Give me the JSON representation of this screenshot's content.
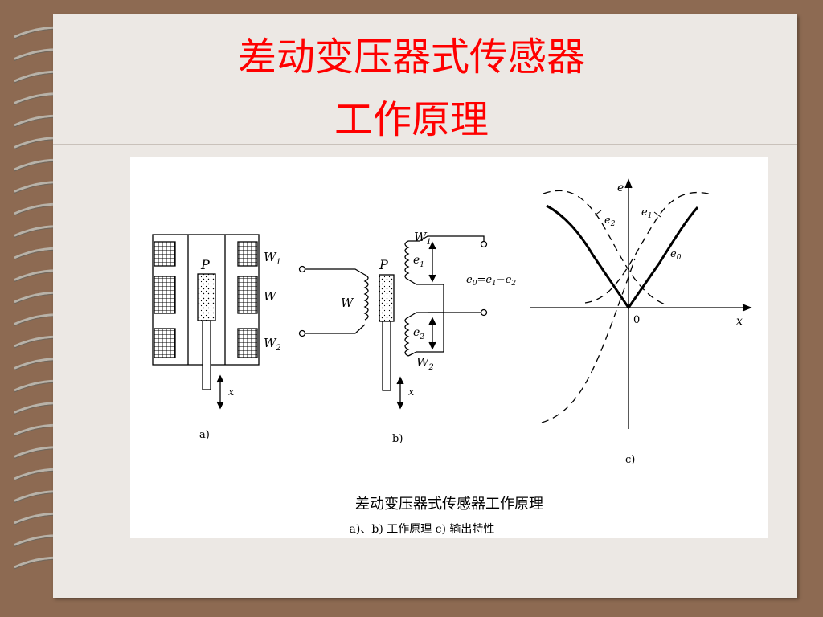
{
  "slide": {
    "title_line1": "差动变压器式传感器",
    "title_line2": "工作原理"
  },
  "figure": {
    "caption_main": "差动变压器式传感器工作原理",
    "caption_sub": "a)、b) 工作原理   c) 输出特性",
    "panel_a": {
      "label": "a)",
      "core": "P",
      "w1": "W",
      "w1_sub": "1",
      "w": "W",
      "w2": "W",
      "w2_sub": "2",
      "x": "x"
    },
    "panel_b": {
      "label": "b)",
      "core": "P",
      "primary": "W",
      "w1": "W",
      "w1_sub": "1",
      "w2": "W",
      "w2_sub": "2",
      "e1": "e",
      "e1_sub": "1",
      "e2": "e",
      "e2_sub": "2",
      "x": "x",
      "eq_e0": "e",
      "eq_e0_sub": "0",
      "eq_mid": "=",
      "eq_e1": "e",
      "eq_e1_sub": "1",
      "eq_minus": "−",
      "eq_e2": "e",
      "eq_e2_sub": "2"
    },
    "panel_c": {
      "label": "c)",
      "axis_y": "e",
      "axis_x": "x",
      "origin": "0",
      "e1": "e",
      "e1_sub": "1",
      "e2": "e",
      "e2_sub": "2",
      "e0": "e",
      "e0_sub": "0"
    }
  }
}
